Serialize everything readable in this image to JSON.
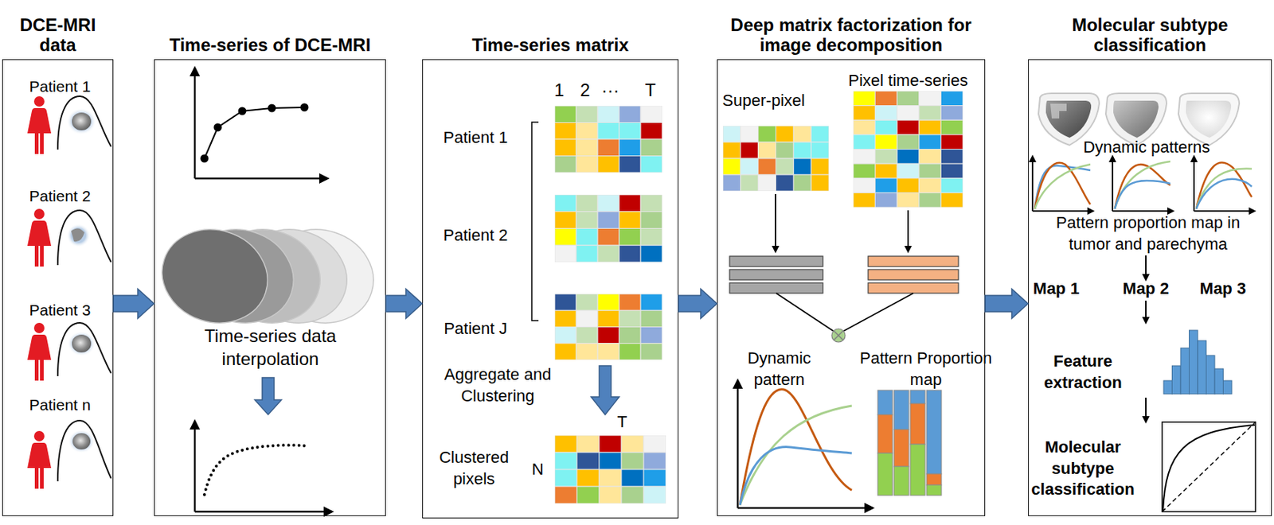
{
  "diagram": {
    "nodes": [
      {
        "text": [
          "DCE-MRI data"
        ]
      },
      {
        "text": [
          "Time-series of DCE-MRI"
        ]
      },
      {
        "text": [
          "Time-series matrix"
        ]
      },
      {
        "text": [
          "Deep matrix factorization for image decomposition"
        ]
      },
      {
        "text": [
          "Molecular subtype classification"
        ]
      }
    ],
    "edges": [
      {
        "from": 0,
        "to": 1,
        "arrow": "to"
      },
      {
        "from": 1,
        "to": 2,
        "arrow": "to"
      },
      {
        "from": 2,
        "to": 3,
        "arrow": "to"
      },
      {
        "from": 3,
        "to": 4,
        "arrow": "to"
      }
    ],
    "labels": [
      "Patient 1",
      "Patient 2",
      "Patient 3",
      "Patient n",
      "Time-series data interpolation",
      "1",
      "2",
      "···",
      "T",
      "Patient 1",
      "Patient 2",
      "Patient J",
      "Aggregate and Clustering",
      "T",
      "Clustered pixels",
      "N",
      "Super-pixel",
      "Pixel time-series",
      "Dynamic pattern",
      "Pattern Proportion map",
      "Dynamic patterns",
      "Pattern proportion map in tumor and parechyma",
      "Map 1",
      "Map 2",
      "Map 3",
      "Feature extraction",
      "Molecular subtype classification"
    ]
  }
}
